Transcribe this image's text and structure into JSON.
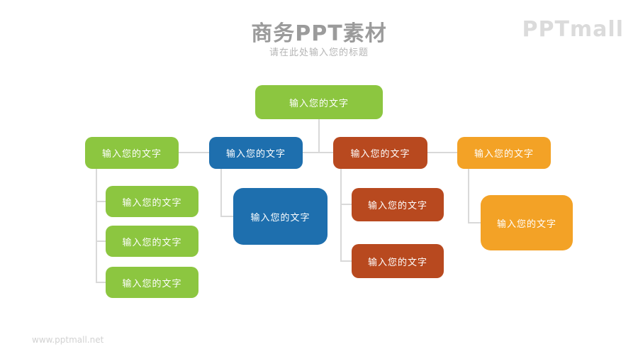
{
  "header": {
    "title": "商务PPT素材",
    "subtitle": "请在此处输入您的标题",
    "brand": "PPTmall"
  },
  "watermark": "www.pptmall.net",
  "colors": {
    "green": "#8cc640",
    "blue": "#1e6fae",
    "red": "#b8491f",
    "orange": "#f3a226",
    "connector": "#d9d9d9",
    "title": "#9b9b9b",
    "subtitle": "#b5b5b5",
    "brand": "#dbdbdb",
    "watermark": "#d2d2d2"
  },
  "diagram": {
    "root": {
      "label": "输入您的文字",
      "color": "green"
    },
    "branches": [
      {
        "label": "输入您的文字",
        "color": "green",
        "children": [
          {
            "label": "输入您的文字"
          },
          {
            "label": "输入您的文字"
          },
          {
            "label": "输入您的文字"
          }
        ]
      },
      {
        "label": "输入您的文字",
        "color": "blue",
        "children": [
          {
            "label": "输入您的文字"
          }
        ]
      },
      {
        "label": "输入您的文字",
        "color": "red",
        "children": [
          {
            "label": "输入您的文字"
          },
          {
            "label": "输入您的文字"
          }
        ]
      },
      {
        "label": "输入您的文字",
        "color": "orange",
        "children": [
          {
            "label": "输入您的文字"
          }
        ]
      }
    ]
  }
}
